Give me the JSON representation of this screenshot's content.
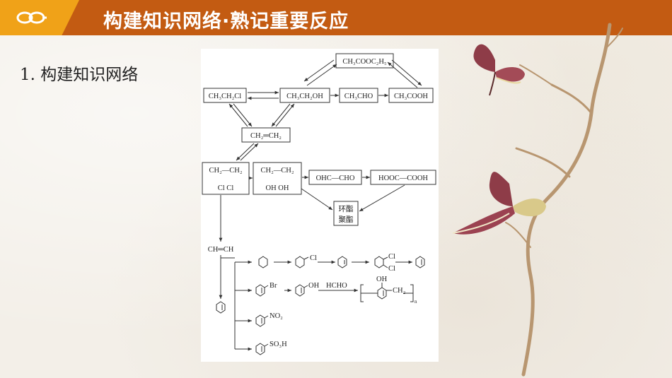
{
  "header": {
    "title": "构建知识网络·熟记重要反应"
  },
  "section": {
    "title": "1. 构建知识网络"
  },
  "diagram": {
    "nodes": {
      "ester": "CH₃COOC₂H₅",
      "chloroethane": "CH₃CH₂Cl",
      "ethanol": "CH₃CH₂OH",
      "acetaldehyde": "CH₃CHO",
      "acetic_acid": "CH₃COOH",
      "ethylene": "CH₂═CH₂",
      "dichloroethane_top": "CH₂—CH₂",
      "dichloroethane_bottom": "Cl   Cl",
      "glycol_top": "CH₂—CH₂",
      "glycol_bottom": "OH  OH",
      "glyoxal": "OHC—CHO",
      "oxalic_acid": "HOOC—COOH",
      "cyclic_ester": "环酯",
      "polyester": "聚酯",
      "acetylene": "CH═CH",
      "cl_label": "Cl",
      "dichloro_top": "Cl",
      "dichloro_bottom": "Cl",
      "br_label": "Br",
      "oh_label": "OH",
      "hcho": "HCHO",
      "resin_oh": "OH",
      "resin_ch2": "CH₂",
      "resin_n": "n",
      "no2_label": "NO₂",
      "so3h_label": "SO₃H"
    }
  },
  "colors": {
    "header": "#c35b12",
    "header_accent": "#f0a218"
  },
  "icons": {
    "logo": "link-chain-icon"
  }
}
